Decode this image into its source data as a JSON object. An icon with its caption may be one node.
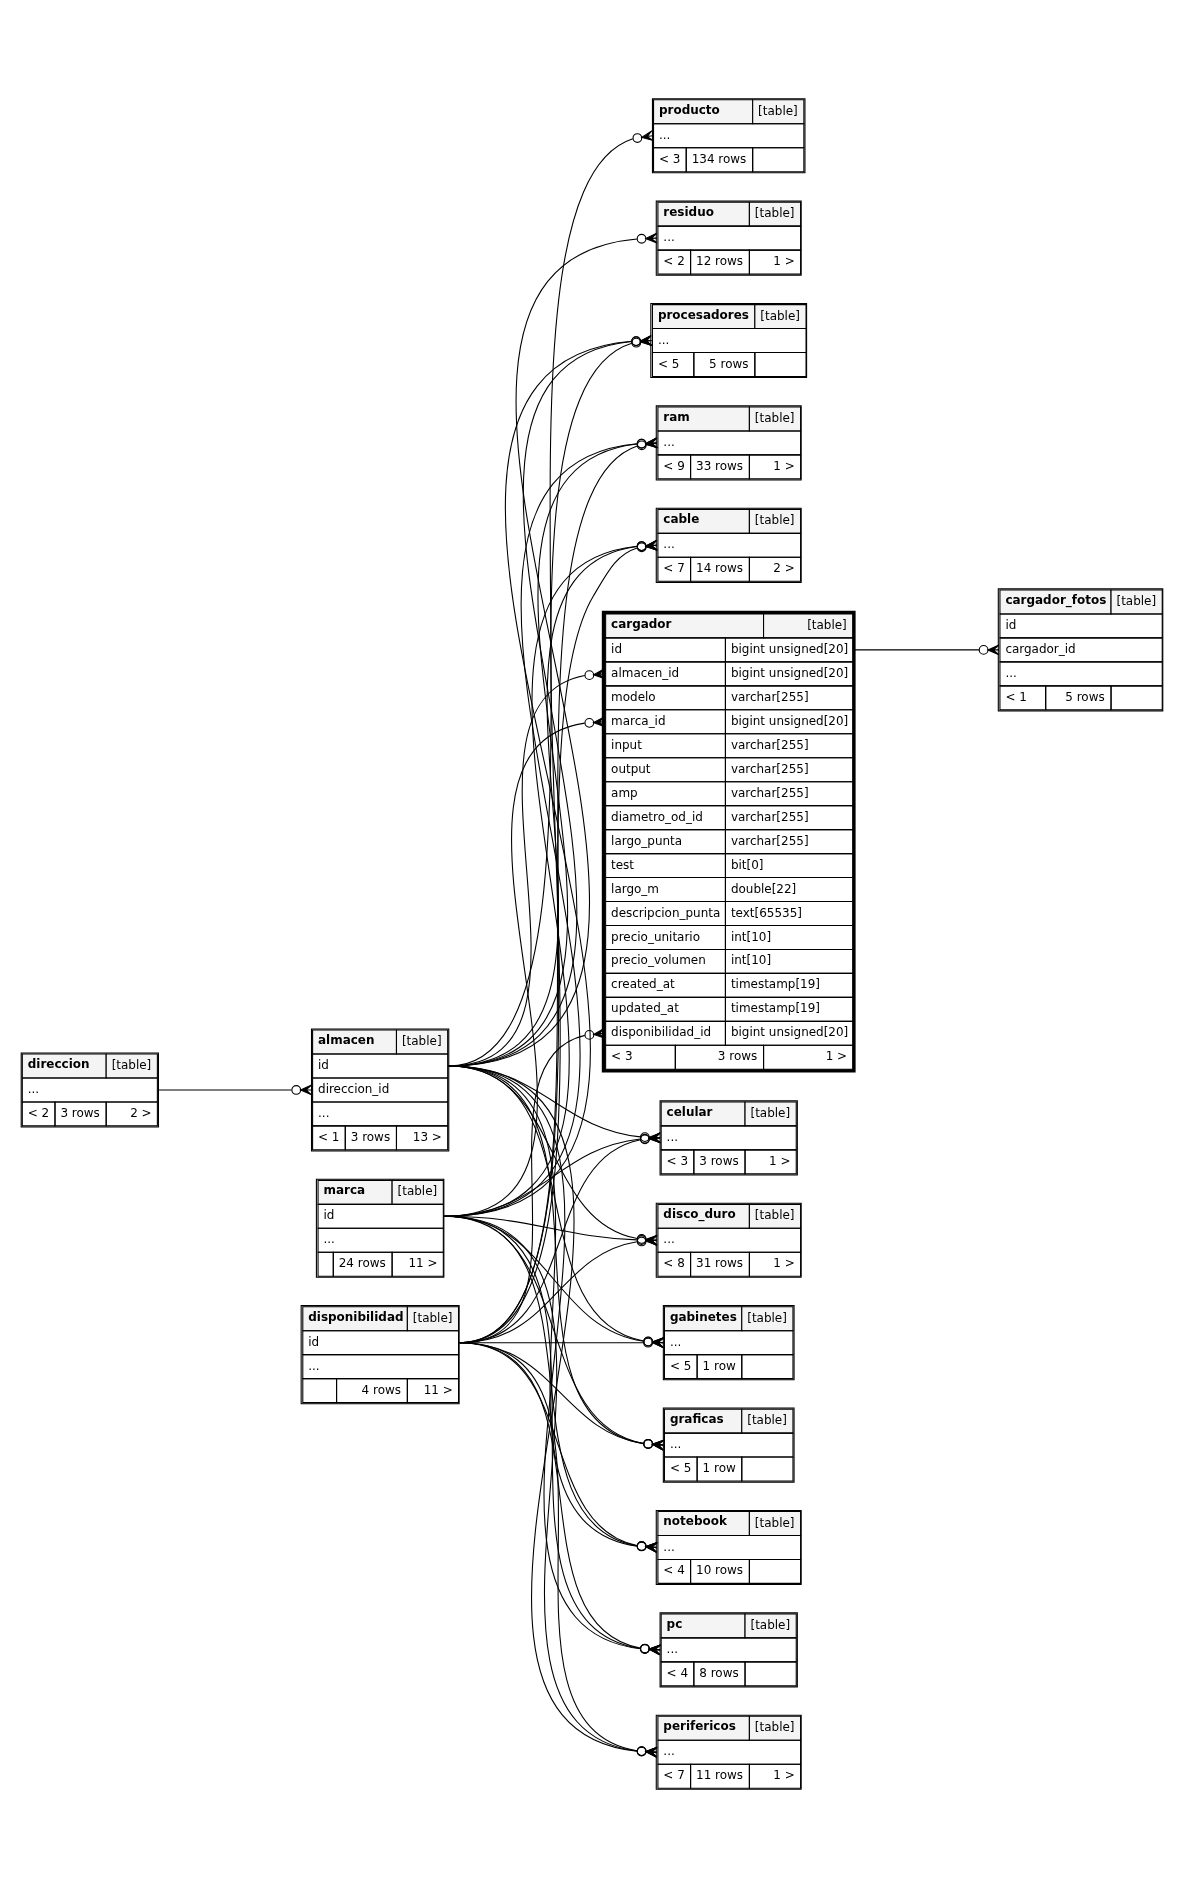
{
  "diagram": {
    "nodes": [
      {
        "text": [
          "residuo",
          "[table]",
          "...",
          "< 2",
          "12 rows",
          "1 >"
        ]
      },
      {
        "text": [
          "producto",
          "[table]",
          "...",
          "< 3",
          "134 rows"
        ]
      },
      {
        "text": [
          "ram",
          "[table]",
          "...",
          "< 9",
          "33 rows",
          "1 >"
        ]
      },
      {
        "text": [
          "cable",
          "[table]",
          "...",
          "< 7",
          "14 rows",
          "2 >"
        ]
      },
      {
        "text": [
          "cargador_fotos",
          "[table]",
          "id",
          "cargador_id",
          "...",
          "< 1",
          "5 rows"
        ]
      },
      {
        "text": [
          "cargador",
          "[table]",
          "id",
          "bigint unsigned[20]",
          "almacen_id",
          "bigint unsigned[20]",
          "modelo",
          "varchar[255]",
          "marca_id",
          "bigint unsigned[20]",
          "input",
          "varchar[255]",
          "output",
          "varchar[255]",
          "amp",
          "varchar[255]",
          "diametro_od_id",
          "varchar[255]",
          "largo_punta",
          "varchar[255]",
          "test",
          "bit[0]",
          "largo_m",
          "double[22]",
          "descripcion_punta",
          "text[65535]",
          "precio_unitario",
          "int[10]",
          "precio_volumen",
          "int[10]",
          "created_at",
          "timestamp[19]",
          "updated_at",
          "timestamp[19]",
          "disponibilidad_id",
          "bigint unsigned[20]",
          "< 3",
          "3 rows",
          "1 >"
        ]
      },
      {
        "text": [
          "celular",
          "[table]",
          "...",
          "< 3",
          "3 rows",
          "1 >"
        ]
      },
      {
        "text": [
          "almacen",
          "[table]",
          "id",
          "direccion_id",
          "...",
          "< 1",
          "3 rows",
          "13 >"
        ]
      },
      {
        "text": [
          "direccion",
          "[table]",
          "...",
          "< 2",
          "3 rows",
          "2 >"
        ]
      },
      {
        "text": [
          "disco_duro",
          "[table]",
          "...",
          "< 8",
          "31 rows",
          "1 >"
        ]
      },
      {
        "text": [
          "marca",
          "[table]",
          "id",
          "...",
          "24 rows",
          "11 >"
        ]
      },
      {
        "text": [
          "gabinetes",
          "[table]",
          "...",
          "< 5",
          "1 row"
        ]
      },
      {
        "text": [
          "disponibilidad",
          "[table]",
          "id",
          "...",
          "4 rows",
          "11 >"
        ]
      },
      {
        "text": [
          "graficas",
          "[table]",
          "...",
          "< 5",
          "1 row"
        ]
      },
      {
        "text": [
          "notebook",
          "[table]",
          "...",
          "< 4",
          "10 rows"
        ]
      },
      {
        "text": [
          "pc",
          "[table]",
          "...",
          "< 4",
          "8 rows"
        ]
      },
      {
        "text": [
          "perifericos",
          "[table]",
          "...",
          "< 7",
          "11 rows",
          "1 >"
        ]
      },
      {
        "text": [
          "procesadores",
          "[table]",
          "...",
          "< 5",
          "5 rows"
        ]
      }
    ],
    "edges": [
      {
        "from": 8,
        "to": 7,
        "arrow": "other"
      },
      {
        "from": 5,
        "to": 4,
        "arrow": "other"
      },
      {
        "from": 7,
        "to": 0,
        "arrow": "other"
      },
      {
        "from": 7,
        "to": 1,
        "arrow": "other"
      },
      {
        "from": 7,
        "to": 2,
        "arrow": "other"
      },
      {
        "from": 7,
        "to": 3,
        "arrow": "other"
      },
      {
        "from": 7,
        "to": 5,
        "arrow": "other"
      },
      {
        "from": 7,
        "to": 6,
        "arrow": "other"
      },
      {
        "from": 7,
        "to": 9,
        "arrow": "other"
      },
      {
        "from": 7,
        "to": 11,
        "arrow": "other"
      },
      {
        "from": 7,
        "to": 13,
        "arrow": "other"
      },
      {
        "from": 7,
        "to": 14,
        "arrow": "other"
      },
      {
        "from": 7,
        "to": 15,
        "arrow": "other"
      },
      {
        "from": 7,
        "to": 16,
        "arrow": "other"
      },
      {
        "from": 7,
        "to": 17,
        "arrow": "other"
      },
      {
        "from": 10,
        "to": 2,
        "arrow": "other"
      },
      {
        "from": 10,
        "to": 3,
        "arrow": "other"
      },
      {
        "from": 10,
        "to": 5,
        "arrow": "other"
      },
      {
        "from": 10,
        "to": 6,
        "arrow": "other"
      },
      {
        "from": 10,
        "to": 9,
        "arrow": "other"
      },
      {
        "from": 10,
        "to": 11,
        "arrow": "other"
      },
      {
        "from": 10,
        "to": 13,
        "arrow": "other"
      },
      {
        "from": 10,
        "to": 14,
        "arrow": "other"
      },
      {
        "from": 10,
        "to": 15,
        "arrow": "other"
      },
      {
        "from": 10,
        "to": 16,
        "arrow": "other"
      },
      {
        "from": 10,
        "to": 17,
        "arrow": "other"
      },
      {
        "from": 12,
        "to": 2,
        "arrow": "other"
      },
      {
        "from": 12,
        "to": 3,
        "arrow": "other"
      },
      {
        "from": 12,
        "to": 5,
        "arrow": "other"
      },
      {
        "from": 12,
        "to": 6,
        "arrow": "other"
      },
      {
        "from": 12,
        "to": 9,
        "arrow": "other"
      },
      {
        "from": 12,
        "to": 11,
        "arrow": "other"
      },
      {
        "from": 12,
        "to": 13,
        "arrow": "other"
      },
      {
        "from": 12,
        "to": 14,
        "arrow": "other"
      },
      {
        "from": 12,
        "to": 15,
        "arrow": "other"
      },
      {
        "from": 12,
        "to": 16,
        "arrow": "other"
      },
      {
        "from": 12,
        "to": 17,
        "arrow": "other"
      }
    ]
  }
}
